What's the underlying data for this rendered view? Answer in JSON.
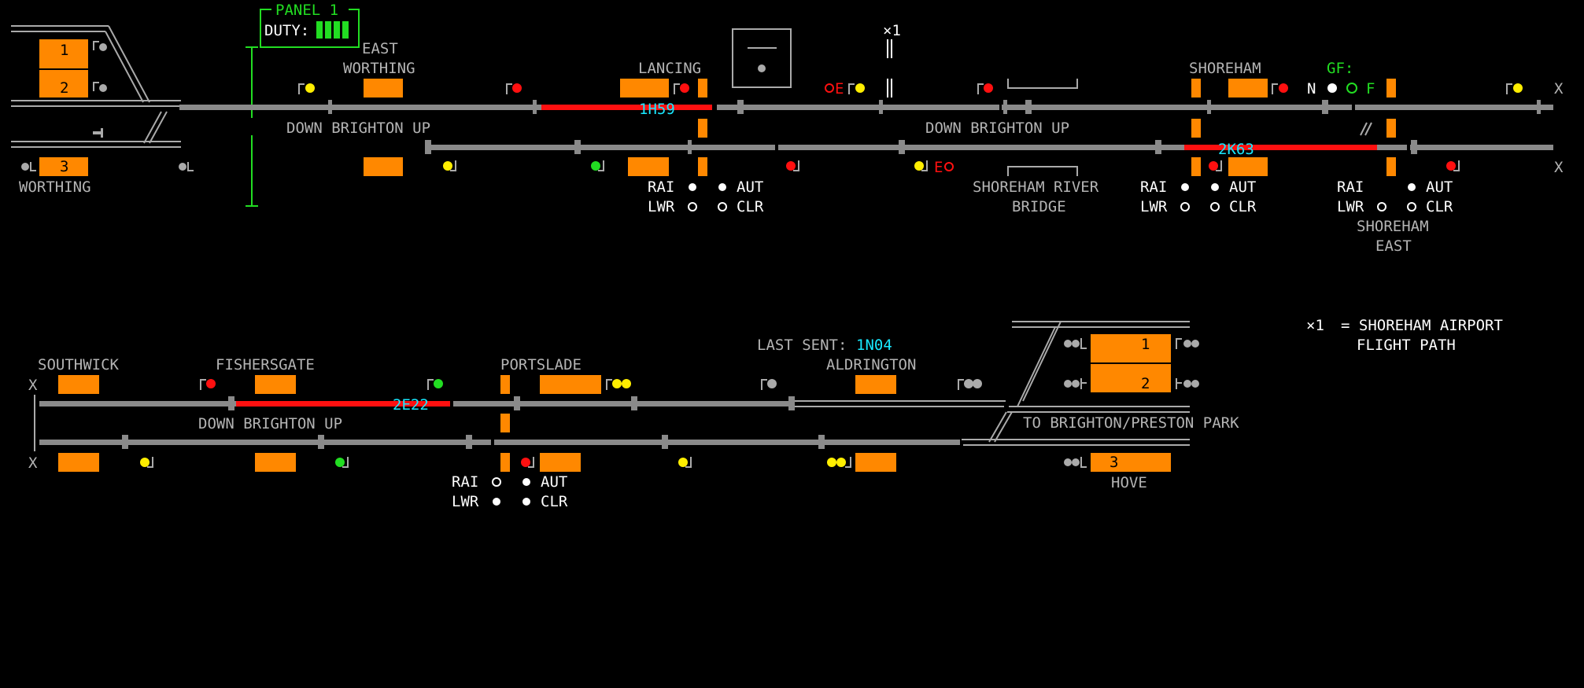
{
  "panel": {
    "title": "PANEL 1",
    "duty_label": "DUTY:"
  },
  "stations": {
    "east_worthing": [
      "EAST",
      "WORTHING"
    ],
    "lancing": "LANCING",
    "shoreham": "SHOREHAM",
    "worthing": "WORTHING",
    "shoreham_river_bridge": [
      "SHOREHAM RIVER",
      "BRIDGE"
    ],
    "shoreham_east": [
      "SHOREHAM",
      "EAST"
    ],
    "southwick": "SOUTHWICK",
    "fishersgate": "FISHERSGATE",
    "portslade": "PORTSLADE",
    "aldrington": "ALDRINGTON",
    "hove": "HOVE"
  },
  "direction_labels": {
    "top_left": "DOWN BRIGHTON UP",
    "top_right": "DOWN BRIGHTON UP",
    "bottom": "DOWN BRIGHTON UP",
    "to_brighton": "TO BRIGHTON/PRESTON PARK"
  },
  "platforms": {
    "worthing_1": "1",
    "worthing_2": "2",
    "worthing_3": "3",
    "hove_1": "1",
    "hove_2": "2",
    "hove_3": "3"
  },
  "train_descriptions": {
    "upper_left": "1H59",
    "upper_right": "2K63",
    "lower": "2E22"
  },
  "last_sent": {
    "label": "LAST SENT:",
    "value": "1N04"
  },
  "crossings": [
    {
      "rai": "RAI",
      "aut": "AUT",
      "lwr": "LWR",
      "clr": "CLR"
    },
    {
      "rai": "RAI",
      "aut": "AUT",
      "lwr": "LWR",
      "clr": "CLR"
    },
    {
      "rai": "RAI",
      "aut": "AUT",
      "lwr": "LWR",
      "clr": "CLR"
    },
    {
      "rai": "RAI",
      "aut": "AUT",
      "lwr": "LWR",
      "clr": "CLR"
    }
  ],
  "gf": {
    "label": "GF:",
    "n": "N",
    "f": "F"
  },
  "footnote": {
    "marker": "×1",
    "note_marker": "×1",
    "line1": "= SHOREHAM AIRPORT",
    "line2": "FLIGHT PATH"
  },
  "misc": {
    "e_left": "E",
    "e_right": "E",
    "x": "X"
  },
  "colors": {
    "track": "#8a8a8a",
    "occupied": "#ff1010",
    "platform": "#ff8800",
    "td": "#18e8ff",
    "panel": "#22dd22"
  }
}
